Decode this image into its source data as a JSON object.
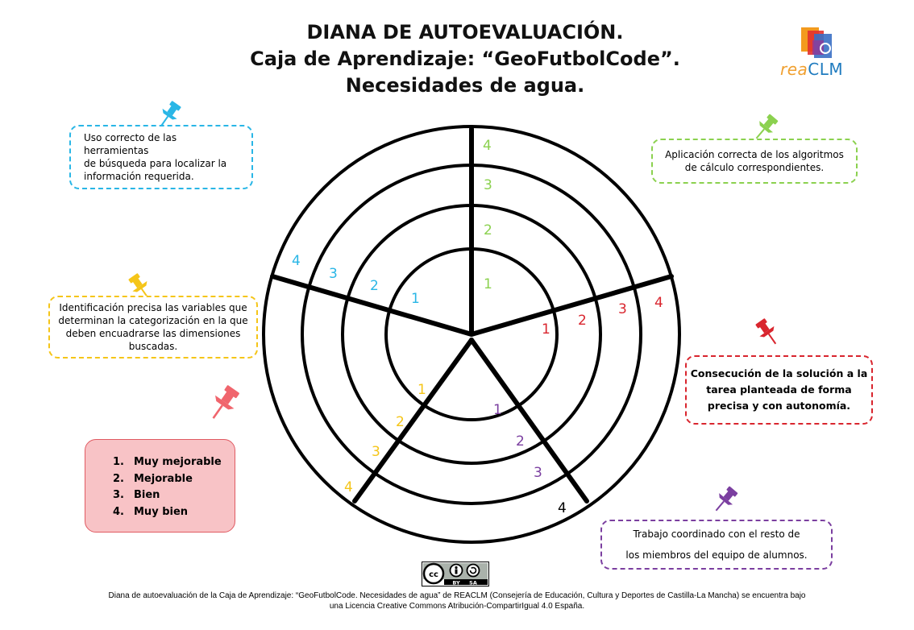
{
  "title_lines": [
    "DIANA DE AUTOEVALUACIÓN.",
    "Caja de Aprendizaje: “GeoFutbolCode”.",
    "Necesidades de agua."
  ],
  "logo": {
    "text_a": "rea",
    "text_b": "CLM"
  },
  "criteria": {
    "cyan": {
      "lines": [
        "Uso correcto de las herramientas",
        "de búsqueda para localizar la",
        "información requerida."
      ],
      "color": "#29b6e6"
    },
    "green": {
      "lines": [
        "Aplicación correcta de los algoritmos",
        "de cálculo correspondientes."
      ],
      "color": "#8bd14f"
    },
    "yellow": {
      "lines": [
        "Identificación precisa las variables que",
        "determinan la categorización en la que",
        "deben encuadrarse las dimensiones",
        "buscadas."
      ],
      "color": "#f5c518"
    },
    "red": {
      "lines": [
        "Consecución de la solución a la",
        "tarea planteada de forma",
        "precisa y con autonomía."
      ],
      "color": "#d9252e"
    },
    "purple": {
      "lines": [
        "Trabajo coordinado con el resto de",
        "los miembros del equipo de alumnos."
      ],
      "color": "#7b3fa0"
    }
  },
  "legend": [
    {
      "num": "1.",
      "label": "Muy mejorable"
    },
    {
      "num": "2.",
      "label": "Mejorable"
    },
    {
      "num": "3.",
      "label": "Bien"
    },
    {
      "num": "4.",
      "label": "Muy bien"
    }
  ],
  "scale_numbers": [
    "1",
    "2",
    "3",
    "4"
  ],
  "purple_outer_number": "4",
  "cc_badge": {
    "cc": "cc",
    "by": "BY",
    "sa": "SA"
  },
  "footer_lines": [
    "Diana de autoevaluación de la Caja de Aprendizaje: “GeoFutbolCode. Necesidades de agua” de REACLM (Consejería de Educación, Cultura y Deportes de Castilla-La Mancha) se encuentra bajo",
    "una Licencia Creative Commons Atribución-CompartirIgual 4.0 España."
  ],
  "colors": {
    "cyan": "#29b6e6",
    "green": "#8bd14f",
    "yellow": "#f5c518",
    "red": "#d9252e",
    "purple": "#7b3fa0",
    "legend_bg": "#f8c3c6"
  }
}
